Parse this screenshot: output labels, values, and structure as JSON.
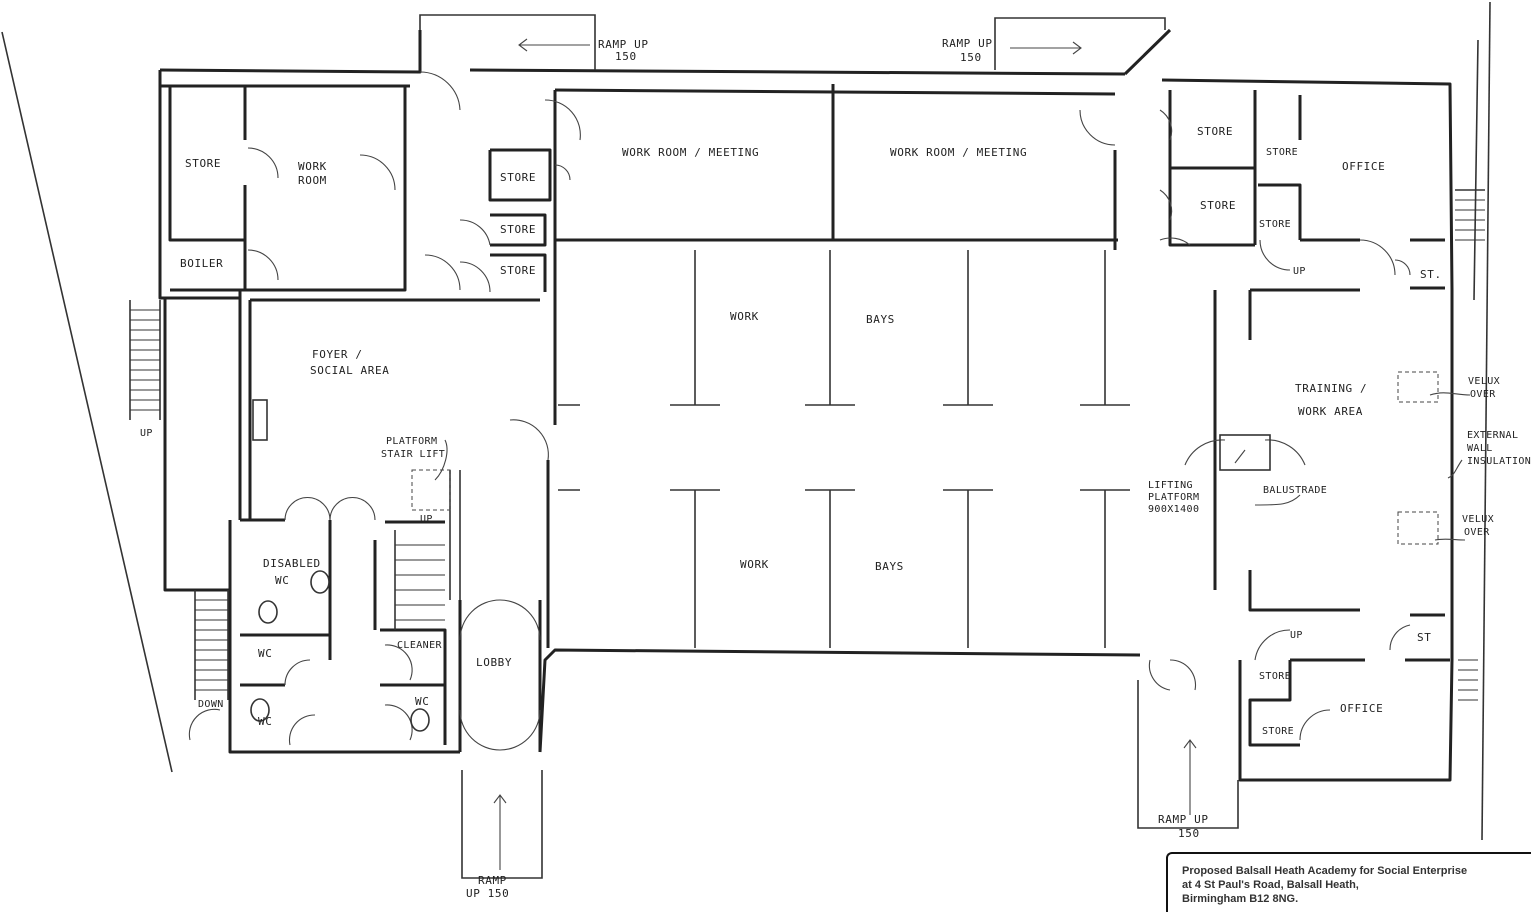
{
  "labels": {
    "ramp_top_left": [
      "RAMP UP",
      "150"
    ],
    "ramp_top_right": [
      "RAMP UP",
      "150"
    ],
    "store_1": "STORE",
    "work_room": [
      "WORK",
      "ROOM"
    ],
    "boiler": "BOILER",
    "store_2": "STORE",
    "store_3": "STORE",
    "store_4": "STORE",
    "work_room_meeting_1": "WORK ROOM / MEETING",
    "work_room_meeting_2": "WORK ROOM / MEETING",
    "store_5": "STORE",
    "store_6": "STORE",
    "store_7": "STORE",
    "office_top": "OFFICE",
    "store_8": "STORE",
    "st_top": "ST.",
    "up_top_right": "UP",
    "work_bays_top": [
      "WORK",
      "BAYS"
    ],
    "foyer": [
      "FOYER /",
      "SOCIAL AREA"
    ],
    "training": [
      "TRAINING /",
      "WORK AREA"
    ],
    "velux_top": [
      "VELUX",
      "OVER"
    ],
    "external_wall": [
      "EXTERNAL",
      "WALL",
      "INSULATION"
    ],
    "platform_stair_lift": [
      "PLATFORM",
      "STAIR LIFT"
    ],
    "lifting_platform": [
      "LIFTING",
      "PLATFORM",
      "900X1400"
    ],
    "balustrade": "BALUSTRADE",
    "velux_bottom": [
      "VELUX",
      "OVER"
    ],
    "up_left": "UP",
    "up_stair": "UP",
    "disabled_wc": [
      "DISABLED",
      "WC"
    ],
    "work_bays_bottom": [
      "WORK",
      "BAYS"
    ],
    "cleaner": "CLEANER",
    "wc_1": "WC",
    "wc_2": "WC",
    "wc_3": "WC",
    "lobby": "LOBBY",
    "down": "DOWN",
    "up_bottom_right": "UP",
    "st_bottom": "ST",
    "store_9": "STORE",
    "office_bottom": "OFFICE",
    "store_10": "STORE",
    "ramp_bottom_right": [
      "RAMP UP",
      "150"
    ],
    "ramp_bottom_left": [
      "RAMP",
      "UP 150"
    ]
  },
  "title_block": {
    "line1": "Proposed Balsall Heath Academy for Social Enterprise",
    "line2": "at 4 St Paul's Road, Balsall Heath,",
    "line3": "Birmingham B12 8NG."
  }
}
